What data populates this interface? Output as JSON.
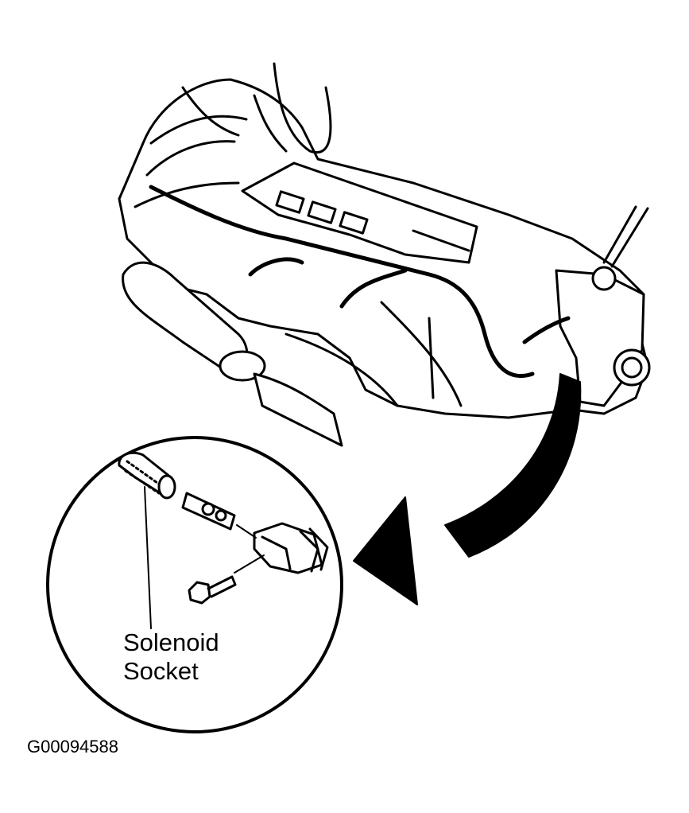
{
  "diagram": {
    "callout": {
      "line1": "Solenoid",
      "line2": "Socket"
    },
    "figure_id": "G00094588",
    "colors": {
      "ink": "#000000",
      "paper": "#ffffff"
    },
    "parts": [
      "transmission-assembly",
      "wiring-harness",
      "solenoid-socket",
      "mounting-bolt",
      "pointer-arrow"
    ]
  }
}
